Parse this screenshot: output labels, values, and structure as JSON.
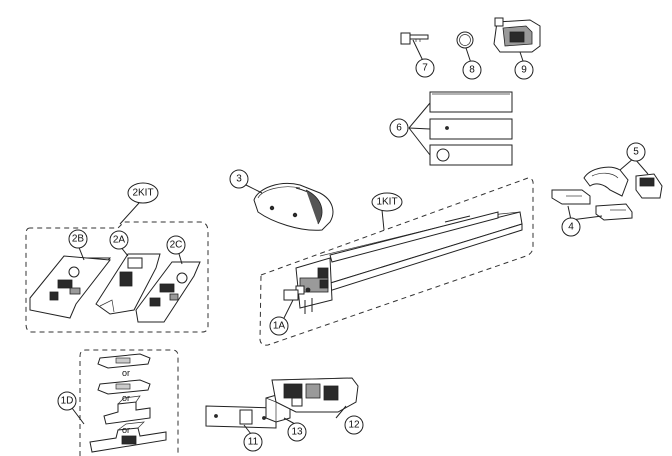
{
  "callouts": {
    "c1a": "1A",
    "c1kit": "1KIT",
    "c1d": "1D",
    "c2kit": "2KIT",
    "c2a": "2A",
    "c2b": "2B",
    "c2c": "2C",
    "c3": "3",
    "c4": "4",
    "c5": "5",
    "c6": "6",
    "c7": "7",
    "c8": "8",
    "c9": "9",
    "c11": "11",
    "c12": "12",
    "c13": "13"
  },
  "or_label": "or"
}
